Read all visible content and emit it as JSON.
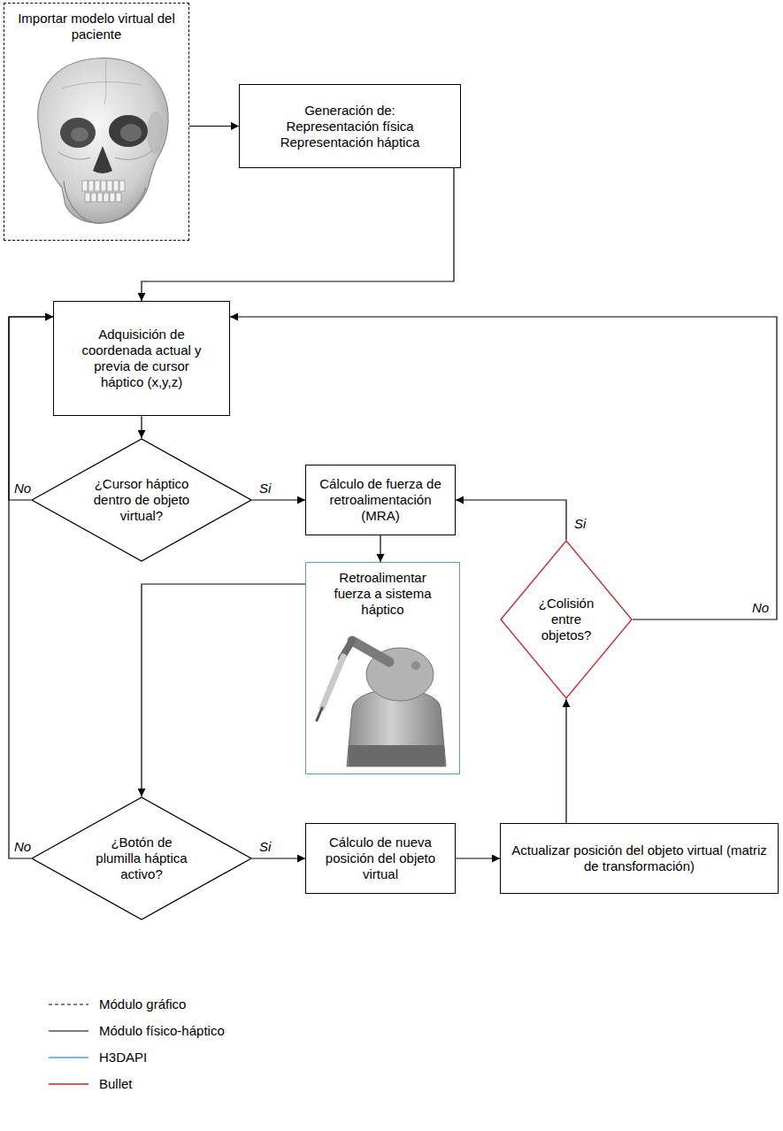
{
  "diagram": {
    "nodes": [
      {
        "text": [
          "Importar modelo virtual del paciente"
        ]
      },
      {
        "text": [
          "Generación de: Representación física Representación háptica"
        ]
      },
      {
        "text": [
          "Adquisición de coordenada actual y previa de cursor háptico (x,y,z)"
        ]
      },
      {
        "text": [
          "¿Cursor háptico dentro de objeto virtual?"
        ]
      },
      {
        "text": [
          "Cálculo de fuerza de retroalimentación (MRA)"
        ]
      },
      {
        "text": [
          "Retroalimentar fuerza a sistema háptico"
        ]
      },
      {
        "text": [
          "¿Colisión entre objetos?"
        ]
      },
      {
        "text": [
          "¿Botón de plumilla háptica activo?"
        ]
      },
      {
        "text": [
          "Cálculo de nueva posición del objeto virtual"
        ]
      },
      {
        "text": [
          "Actualizar posición del objeto virtual (matriz de transformación)"
        ]
      }
    ],
    "edges": [
      {
        "from": 0,
        "to": 1,
        "arrow": "to"
      },
      {
        "from": 1,
        "to": 2,
        "arrow": "to"
      },
      {
        "from": 2,
        "to": 3,
        "arrow": "to"
      },
      {
        "from": 3,
        "to": 4,
        "label": "Si",
        "arrow": "to"
      },
      {
        "from": 3,
        "to": 2,
        "label": "No",
        "arrow": "to"
      },
      {
        "from": 4,
        "to": 5,
        "arrow": "to"
      },
      {
        "from": 5,
        "to": 7,
        "arrow": "to"
      },
      {
        "from": 7,
        "to": 8,
        "label": "Si",
        "arrow": "to"
      },
      {
        "from": 7,
        "to": 2,
        "label": "No",
        "arrow": "to"
      },
      {
        "from": 8,
        "to": 9,
        "arrow": "to"
      },
      {
        "from": 9,
        "to": 6,
        "arrow": "to"
      },
      {
        "from": 6,
        "to": 4,
        "label": "Si",
        "arrow": "to"
      },
      {
        "from": 6,
        "to": 2,
        "label": "No",
        "arrow": "to"
      }
    ],
    "legend": [
      {
        "text": "Módulo gráfico"
      },
      {
        "text": "Módulo físico-háptico"
      },
      {
        "text": "H3DAPI"
      },
      {
        "text": "Bullet"
      }
    ]
  }
}
